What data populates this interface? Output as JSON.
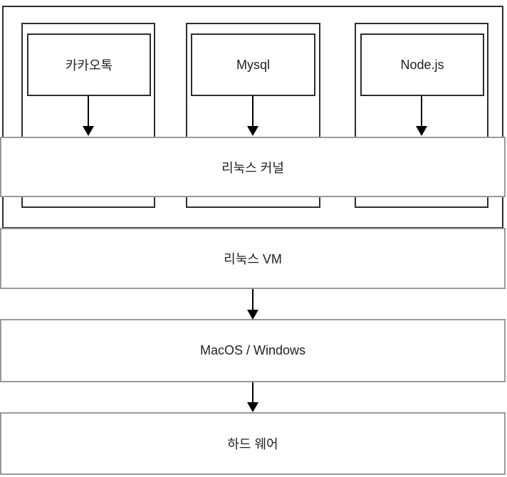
{
  "diagram": {
    "title": "container-vs-vm-architecture",
    "containers": [
      {
        "app_label": "카카오톡"
      },
      {
        "app_label": "Mysql"
      },
      {
        "app_label": "Node.js"
      }
    ],
    "layers": {
      "kernel_label": "리눅스 커널",
      "vm_label": "리눅스 VM",
      "host_os_label": "MacOS / Windows",
      "hardware_label": "하드 웨어"
    },
    "colors": {
      "background": "#ffffff",
      "box_border": "#2d2d2d",
      "band_border": "#999999",
      "arrow": "#000000",
      "text": "#1f1f1f"
    }
  }
}
